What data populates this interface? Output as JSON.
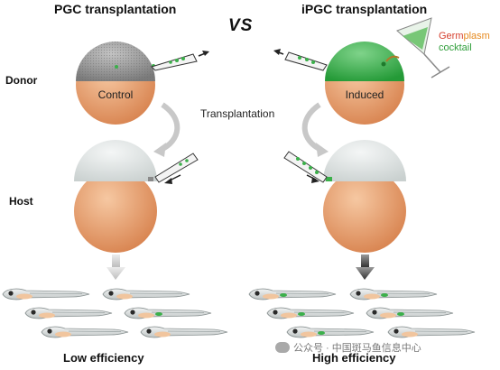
{
  "titles": {
    "left": "PGC transplantation",
    "vs": "VS",
    "right": "iPGC transplantation"
  },
  "rows": {
    "donor": "Donor",
    "host": "Host"
  },
  "embryos": {
    "control": "Control",
    "induced": "Induced"
  },
  "transplantation_label": "Transplantation",
  "germplasm": {
    "part1": "Germ",
    "part2": "plasm",
    "line2": "cocktail"
  },
  "efficiency": {
    "low": "Low efficiency",
    "high": "High efficiency"
  },
  "watermark": "公众号 · 中国斑马鱼信息中心",
  "colors": {
    "yolk": "#e8a173",
    "donor_left_cap": "#9b9b9b",
    "donor_right_cap": "#3bb04a",
    "host_cap": "#dfe5e4",
    "germ_green": "#3bb04a",
    "arrow_light": "#c8c8c8",
    "arrow_dark": "#555555"
  },
  "icons": [
    "transfer-needle-icon",
    "cocktail-glass-icon",
    "larva-icon",
    "curved-arrow-icon",
    "down-arrow-icon",
    "chat-bubble-icon"
  ]
}
